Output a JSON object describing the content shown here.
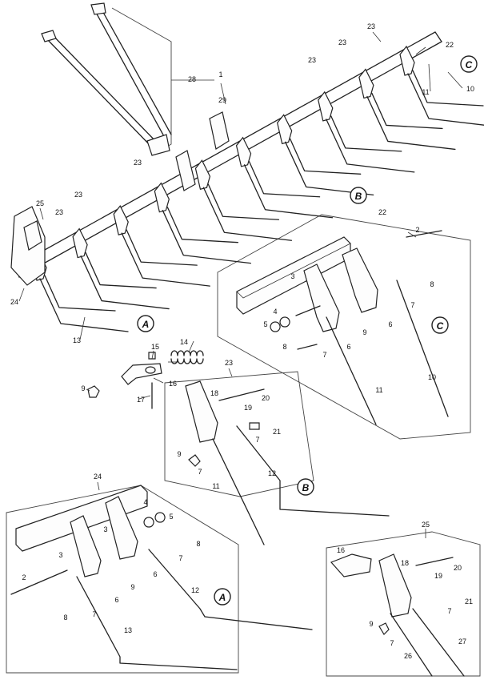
{
  "callouts": [
    "1",
    "2",
    "3",
    "4",
    "5",
    "6",
    "7",
    "8",
    "9",
    "10",
    "11",
    "12",
    "13",
    "14",
    "15",
    "16",
    "17",
    "18",
    "19",
    "20",
    "21",
    "22",
    "23",
    "24",
    "25",
    "26",
    "27",
    "28",
    "29"
  ],
  "badges": [
    "A",
    "B",
    "C"
  ],
  "colors": {
    "line": "#222222",
    "background": "#ffffff"
  }
}
